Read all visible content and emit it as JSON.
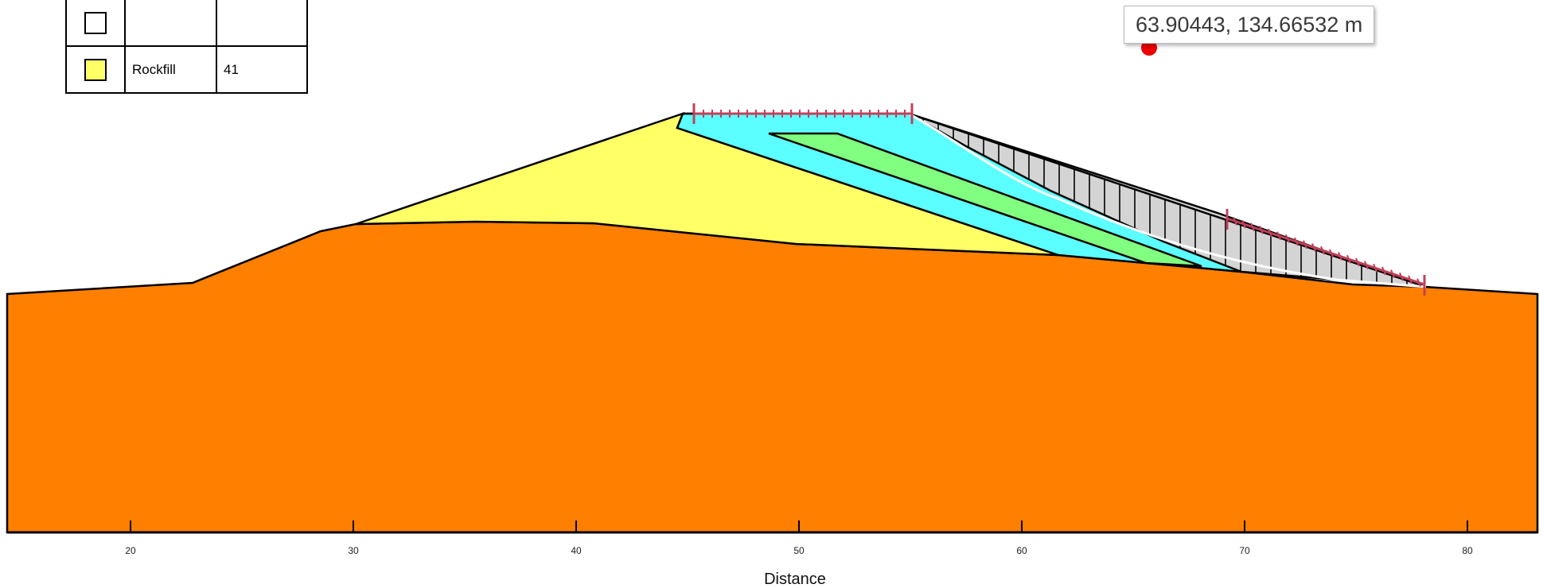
{
  "legend": {
    "rows": [
      {
        "name": "",
        "value": "",
        "color": "#ffffff"
      },
      {
        "name": "Rockfill",
        "value": "41",
        "color": "#ffff66"
      }
    ]
  },
  "cursor_readout": {
    "text": "63.90443, 134.66532 m",
    "marker_color": "#ee0000"
  },
  "materials": {
    "foundation": "#ff7f00",
    "rockfill": "#ffff66",
    "filter": "#5cffff",
    "core": "#80ff80",
    "sliding_mass": "#d4d4d4"
  },
  "slip_surface_color": "#ffffff",
  "entry_exit_marker_color": "#c0405a",
  "x_axis": {
    "title": "Distance",
    "ticks": [
      "20",
      "30",
      "40",
      "50",
      "60",
      "70",
      "80"
    ]
  }
}
